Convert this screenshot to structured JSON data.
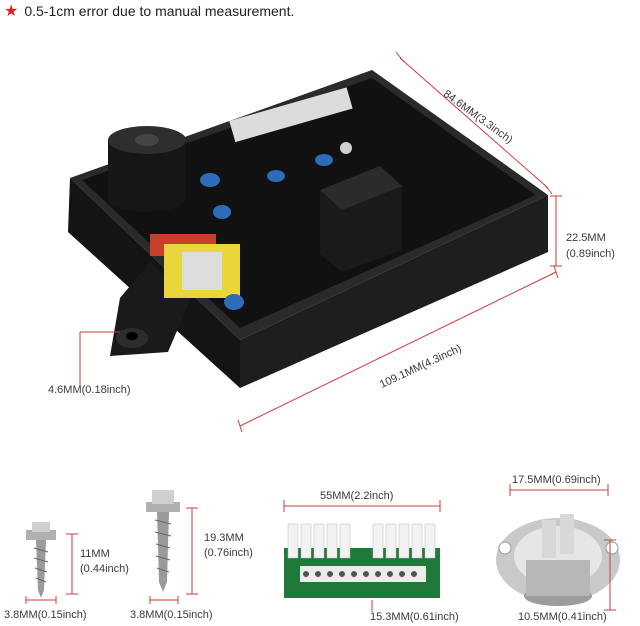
{
  "note": {
    "star": "★",
    "text": "0.5-1cm error due to manual measurement."
  },
  "labels": {
    "board_length": "84.6MM(3.3inch)",
    "board_height_1": "22.5MM",
    "board_height_2": "(0.89inch)",
    "board_width": "109.1MM(4.3inch)",
    "hole_diameter": "4.6MM(0.18inch)",
    "small_screw_height_1": "11MM",
    "small_screw_height_2": "(0.44inch)",
    "small_screw_dia": "3.8MM(0.15inch)",
    "large_screw_height_1": "19.3MM",
    "large_screw_height_2": "(0.76inch)",
    "large_screw_dia": "3.8MM(0.15inch)",
    "terminal_width": "55MM(2.2inch)",
    "terminal_height": "15.3MM(0.61inch)",
    "thermostat_width": "17.5MM(0.69inch)",
    "thermostat_height": "10.5MM(0.41inch)"
  },
  "colors": {
    "star": "#e02020",
    "board": "#1a1a1a",
    "pcb": "#1f7a3a",
    "dimension_line": "#d23a3a"
  }
}
